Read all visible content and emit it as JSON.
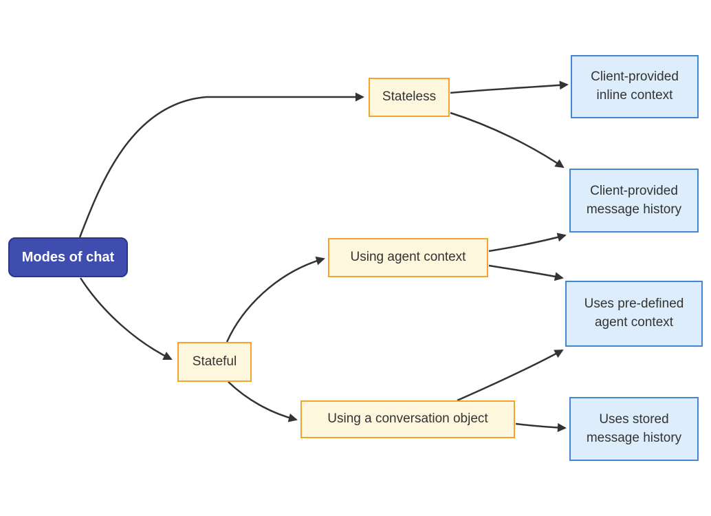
{
  "colors": {
    "background": "#ffffff",
    "root-fill": "#3f4dae",
    "root-border": "#2b3487",
    "root-text": "#ffffff",
    "branch-fill": "#fff6de",
    "branch-border": "#f5a42a",
    "leaf-fill": "#ddedfb",
    "leaf-border": "#4285d3",
    "edge": "#333333",
    "text": "#333333"
  },
  "nodes": {
    "root": {
      "label": "Modes of chat"
    },
    "stateless": {
      "label": "Stateless"
    },
    "stateful": {
      "label": "Stateful"
    },
    "using_agent_context": {
      "label": "Using agent context"
    },
    "using_conversation_object": {
      "label": "Using a conversation object"
    },
    "client_inline_context": {
      "label": "Client-provided inline context"
    },
    "client_message_history": {
      "label": "Client-provided message history"
    },
    "predefined_agent_context": {
      "label": "Uses pre-defined agent context"
    },
    "stored_message_history": {
      "label": "Uses stored message history"
    }
  },
  "edges": [
    {
      "from": "Modes of chat",
      "to": "Stateless"
    },
    {
      "from": "Modes of chat",
      "to": "Stateful"
    },
    {
      "from": "Stateless",
      "to": "Client-provided inline context"
    },
    {
      "from": "Stateless",
      "to": "Client-provided message history"
    },
    {
      "from": "Using agent context",
      "to": "Client-provided message history"
    },
    {
      "from": "Using agent context",
      "to": "Uses pre-defined agent context"
    },
    {
      "from": "Stateful",
      "to": "Using agent context"
    },
    {
      "from": "Stateful",
      "to": "Using a conversation object"
    },
    {
      "from": "Using a conversation object",
      "to": "Uses pre-defined agent context"
    },
    {
      "from": "Using a conversation object",
      "to": "Uses stored message history"
    }
  ]
}
